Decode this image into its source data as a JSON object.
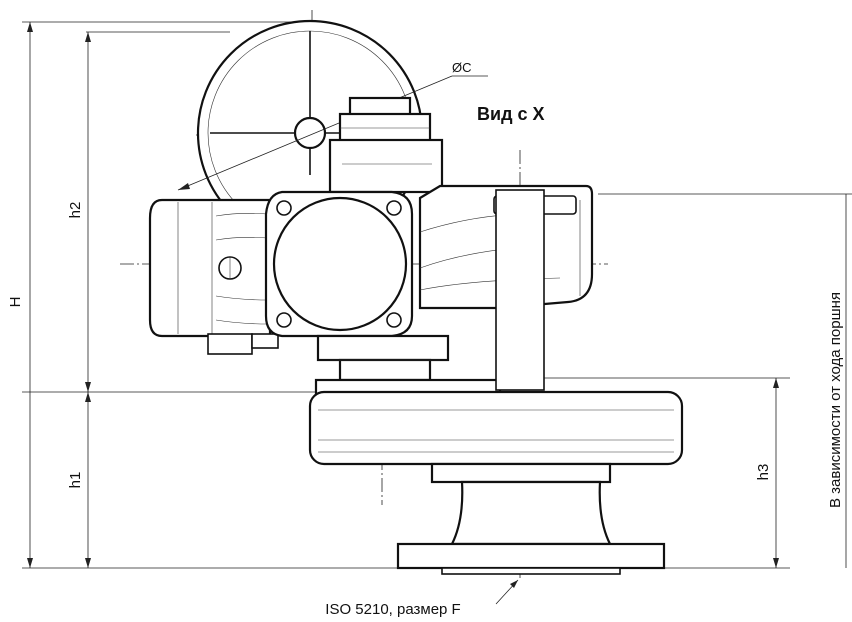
{
  "labels": {
    "overall_height": "H",
    "height_upper": "h2",
    "height_lower": "h1",
    "height_stroke": "h3",
    "handwheel_diameter": "ØC",
    "view_title": "Вид с X",
    "stroke_note": "В зависимости от хода поршня",
    "flange_note": "ISO 5210, размер F"
  }
}
